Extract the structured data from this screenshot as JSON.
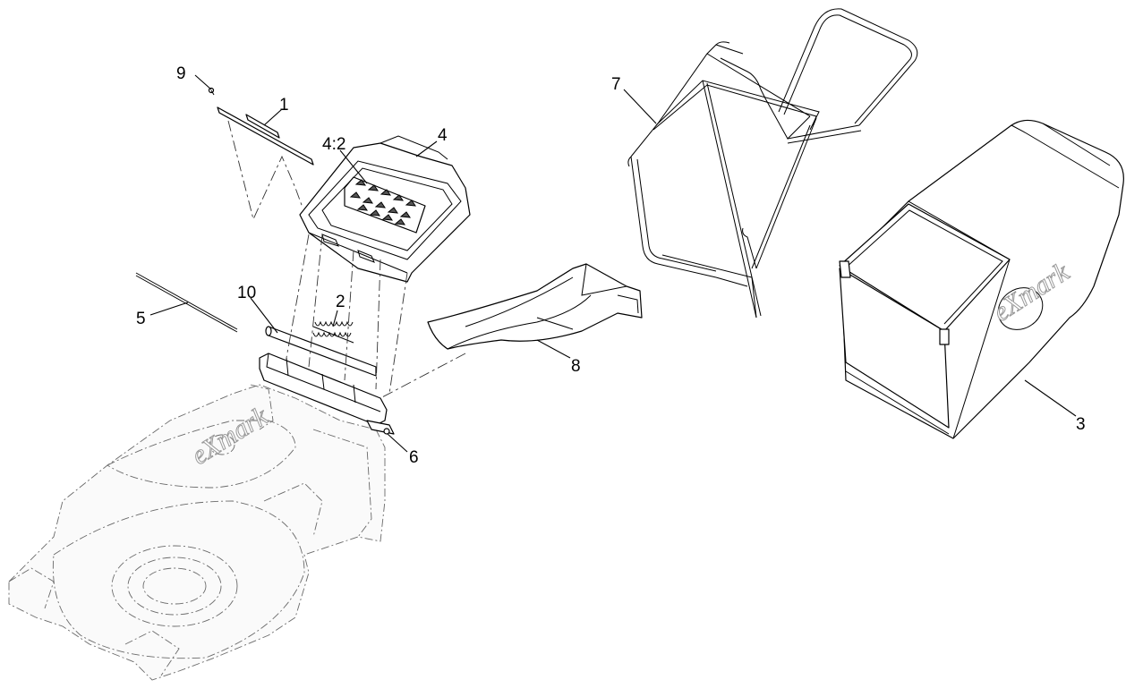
{
  "callouts": {
    "c1": "1",
    "c2": "2",
    "c3": "3",
    "c4": "4",
    "c4_2": "4:2",
    "c5": "5",
    "c6": "6",
    "c7": "7",
    "c8": "8",
    "c9": "9",
    "c10": "10"
  },
  "brand_bag": "eXmark",
  "brand_deck": "eXmark",
  "icons": {
    "decal": "warning-decal-icon"
  }
}
